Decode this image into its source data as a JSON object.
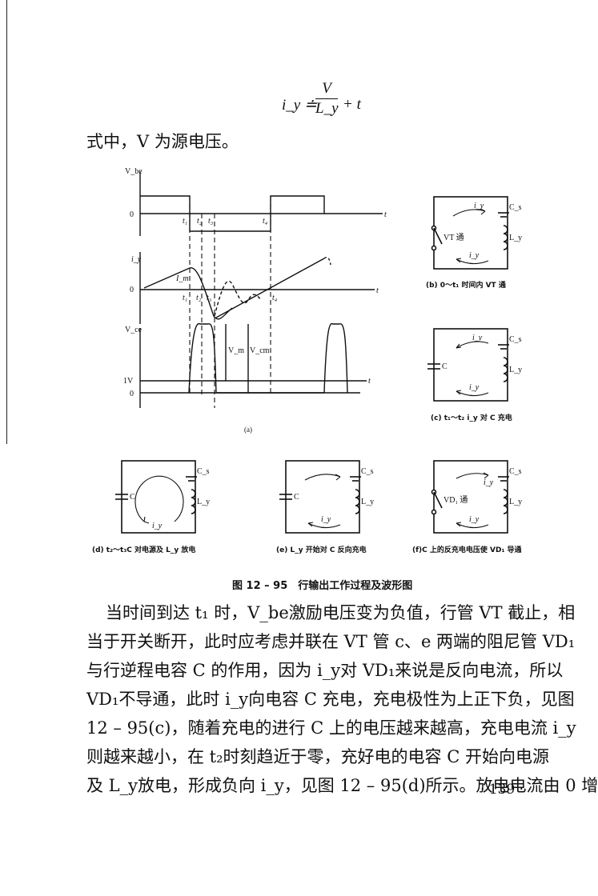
{
  "formula": {
    "lhs": "i_y ≐",
    "numerator": "V",
    "denominator": "L_y",
    "rhs": "+ t"
  },
  "formula_note": "式中，V 为源电压。",
  "panel_a": {
    "caption": "(a)",
    "labels": {
      "vbe": "V_be",
      "iy": "i_y",
      "vce": "V_ce",
      "t_axis": "t",
      "zero": "0",
      "one_v": "1V",
      "lm": "I_m",
      "vm": "V_m",
      "vce_m": "V_cm",
      "t1": "t₁",
      "t2": "t₂",
      "t3": "t₃",
      "t4": "t₄"
    }
  },
  "circuits": {
    "b": {
      "caption": "(b) 0～t₁ 时间内 VT 通",
      "switch": "VT 通",
      "cap": "C_s",
      "ind": "L_y",
      "current": "i_y"
    },
    "c": {
      "caption": "(c) t₁～t₂ i_y 对 C 充电",
      "cap_left": "C",
      "cap": "C_s",
      "ind": "L_y",
      "current": "i_y"
    },
    "d": {
      "caption": "(d) t₂～t₃C 对电源及 L_y 放电",
      "cap_left": "C",
      "cap": "C_s",
      "ind": "L_y",
      "current": "i_y"
    },
    "e": {
      "caption": "(e) L_y 开始对 C 反向充电",
      "cap_left": "C",
      "cap": "C_s",
      "ind": "L_y",
      "current": "i_y"
    },
    "f": {
      "caption": "(f)C 上的反充电电压使 VD₁ 导通",
      "switch": "VD₁ 通",
      "cap": "C_s",
      "ind": "L_y",
      "current": "i_y"
    }
  },
  "figure_caption": "图 12 – 95　行输出工作过程及波形图",
  "paragraph": [
    "当时间到达 t₁ 时，V_be激励电压变为负值，行管 VT 截止，相",
    "当于开关断开，此时应考虑并联在 VT 管 c、e 两端的阻尼管 VD₁",
    "与行逆程电容 C 的作用，因为 i_y对 VD₁来说是反向电流，所以",
    "VD₁不导通，此时 i_y向电容 C 充电，充电极性为上正下负，见图",
    "12 – 95(c)，随着充电的进行 C 上的电压越来越高，充电电流 i_y",
    "则越来越小，在 t₂时刻趋近于零，充好电的电容 C 开始向电源",
    "及 L_y放电，形成负向 i_y，见图 12 – 95(d)所示。放电电流由 0 增"
  ],
  "page_number": "· 139 ·"
}
